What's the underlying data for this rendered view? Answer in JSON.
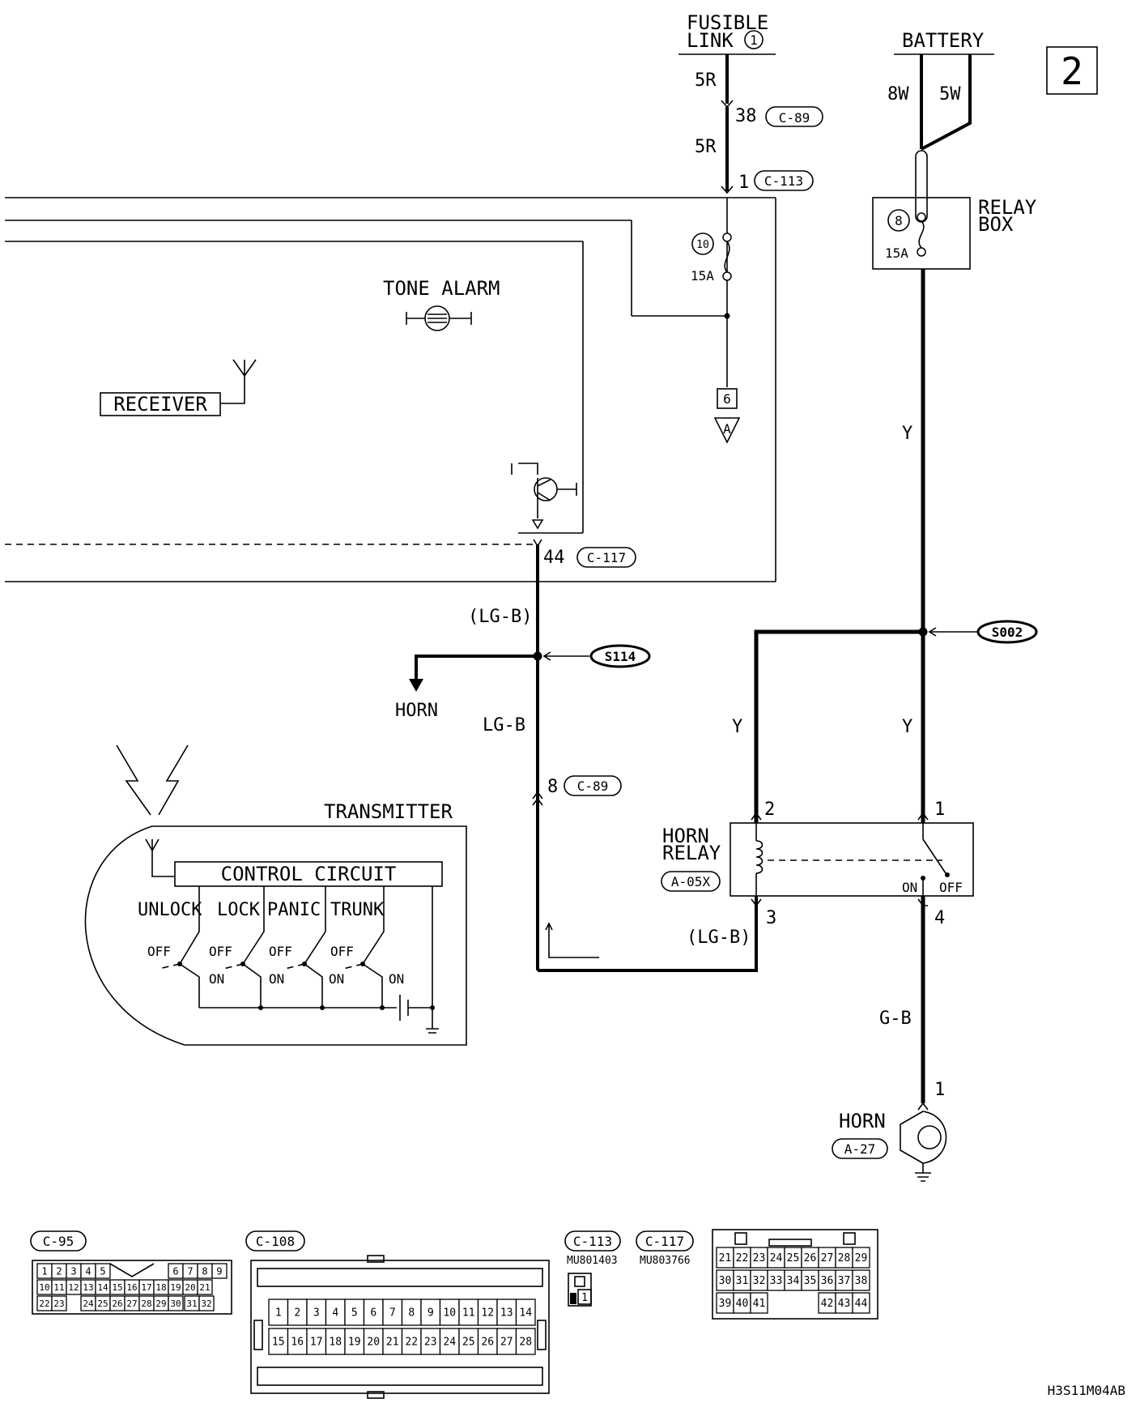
{
  "page_number": "2",
  "footer_code": "H3S11M04AB",
  "sources": {
    "fusible_link_line1": "FUSIBLE",
    "fusible_link_line2": "LINK",
    "fusible_link_number": "1",
    "battery": "BATTERY",
    "battery_wire_left": "8W",
    "battery_wire_right": "5W"
  },
  "relay_box": {
    "line1": "RELAY",
    "line2": "BOX",
    "fuse_number": "8",
    "fuse_rating": "15A"
  },
  "fuse10": {
    "number": "10",
    "rating": "15A"
  },
  "wires": {
    "fl_top": "5R",
    "fl_mid": "5R",
    "y_upper": "Y",
    "y_left": "Y",
    "y_right": "Y",
    "lgb_upper": "(LG-B)",
    "lgb_mid": "LG-B",
    "lgb_relay": "(LG-B)",
    "gb": "G-B"
  },
  "connectors": {
    "c89_pin38": "38",
    "c89_label": "C-89",
    "c113_pin1": "1",
    "c113_label": "C-113",
    "c117_pin44": "44",
    "c117_label": "C-117",
    "c89_pin8": "8",
    "c89_label_b": "C-89"
  },
  "refs": {
    "box6": "6",
    "tri_a": "A"
  },
  "splices": {
    "s114": "S114",
    "s002": "S002"
  },
  "components": {
    "tone_alarm": "TONE ALARM",
    "receiver": "RECEIVER",
    "horn_arrow": "HORN",
    "horn_relay_line1": "HORN",
    "horn_relay_line2": "RELAY",
    "horn_relay_code": "A-05X",
    "horn_relay_on": "ON",
    "horn_relay_off": "OFF",
    "horn_relay_pin1": "1",
    "horn_relay_pin2": "2",
    "horn_relay_pin3": "3",
    "horn_relay_pin4": "4",
    "horn": "HORN",
    "horn_code": "A-27",
    "horn_pin1": "1"
  },
  "transmitter": {
    "title": "TRANSMITTER",
    "circuit": "CONTROL CIRCUIT",
    "switches": [
      "UNLOCK",
      "LOCK",
      "PANIC",
      "TRUNK"
    ],
    "off": "OFF",
    "on": "ON"
  },
  "connector_views": {
    "c95": {
      "label": "C-95",
      "row1a": [
        "1",
        "2",
        "3",
        "4",
        "5"
      ],
      "row1b": [
        "6",
        "7",
        "8",
        "9"
      ],
      "row2": [
        "10",
        "11",
        "12",
        "13",
        "14",
        "15",
        "16",
        "17",
        "18",
        "19",
        "20",
        "21"
      ],
      "row3a": [
        "22",
        "23"
      ],
      "row3b": [
        "24",
        "25",
        "26",
        "27",
        "28",
        "29",
        "30"
      ],
      "row3c": [
        "31",
        "32"
      ]
    },
    "c108": {
      "label": "C-108",
      "row1": [
        "1",
        "2",
        "3",
        "4",
        "5",
        "6",
        "7",
        "8",
        "9",
        "10",
        "11",
        "12",
        "13",
        "14"
      ],
      "row2": [
        "15",
        "16",
        "17",
        "18",
        "19",
        "20",
        "21",
        "22",
        "23",
        "24",
        "25",
        "26",
        "27",
        "28"
      ]
    },
    "c113": {
      "label": "C-113",
      "part": "MU801403",
      "pin": "1"
    },
    "c117": {
      "label": "C-117",
      "part": "MU803766",
      "row1": [
        "21",
        "22",
        "23",
        "24",
        "25",
        "26",
        "27",
        "28",
        "29"
      ],
      "row2": [
        "30",
        "31",
        "32",
        "33",
        "34",
        "35",
        "36",
        "37",
        "38"
      ],
      "row3a": [
        "39",
        "40",
        "41"
      ],
      "row3b": [
        "42",
        "43",
        "44"
      ]
    }
  }
}
